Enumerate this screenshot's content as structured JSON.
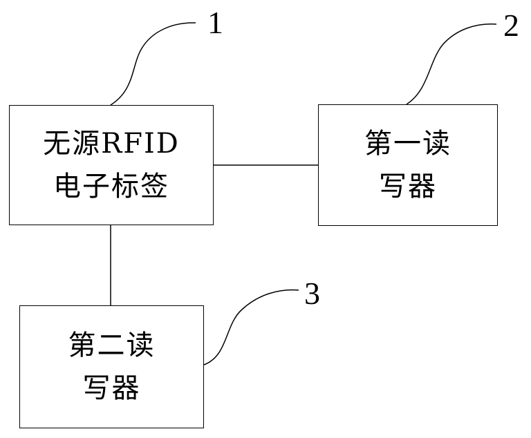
{
  "diagram": {
    "tag": {
      "lines": [
        "无源RFID",
        "电子标签"
      ],
      "ref": "1"
    },
    "reader1": {
      "lines": [
        "第一读",
        "写器"
      ],
      "ref": "2"
    },
    "reader2": {
      "lines": [
        "第二读",
        "写器"
      ],
      "ref": "3"
    }
  }
}
